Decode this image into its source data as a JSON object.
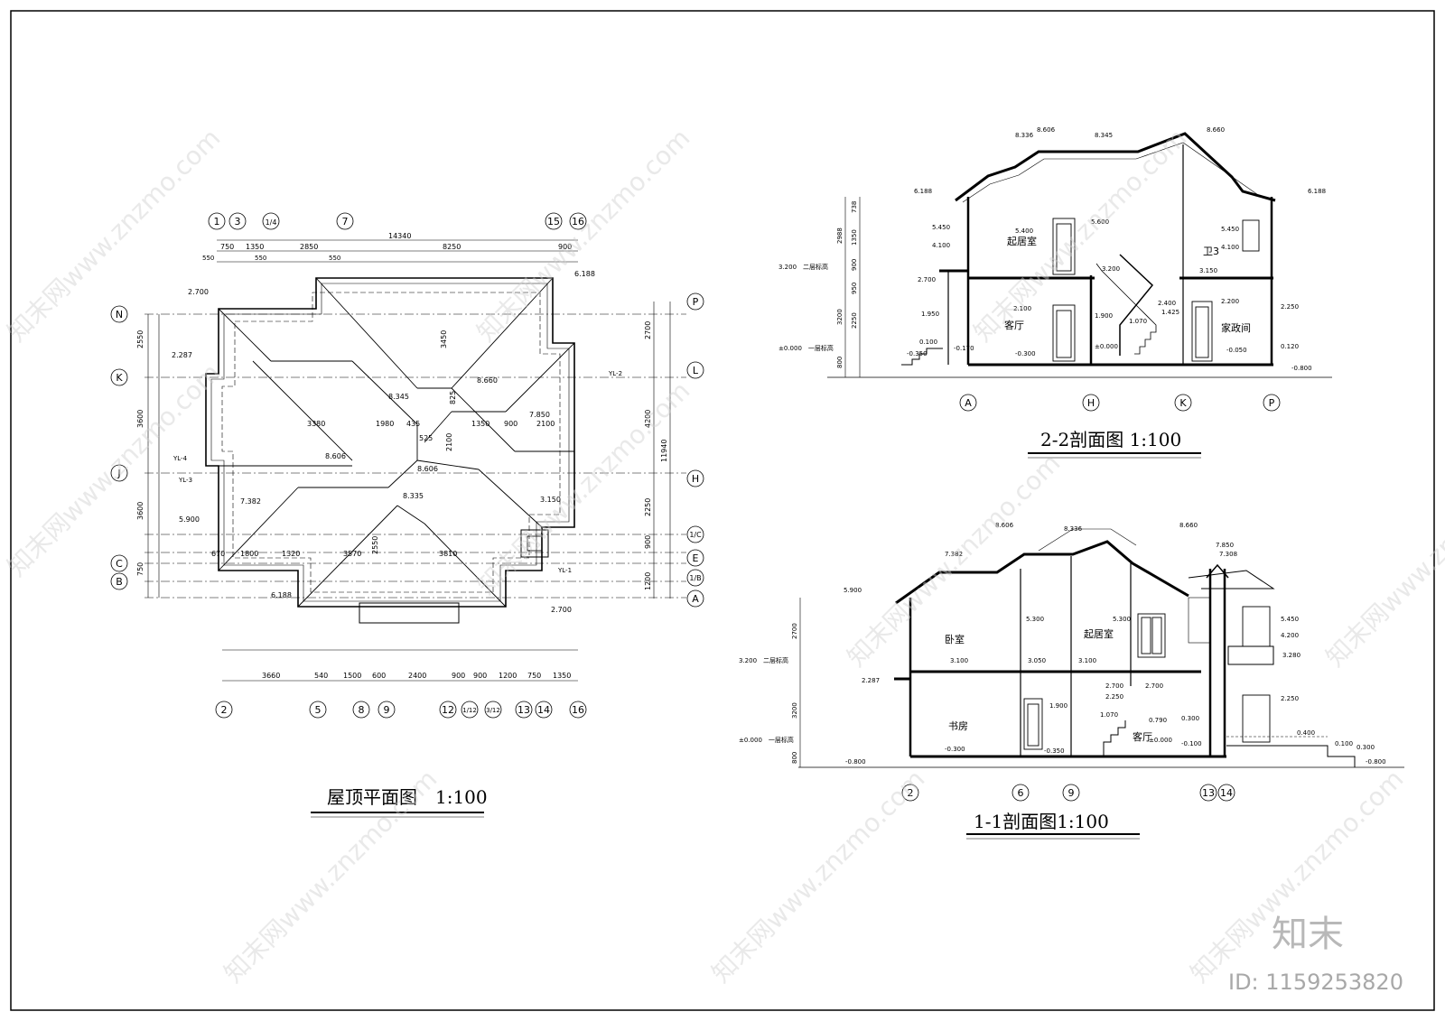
{
  "drawings": {
    "roof_plan": {
      "title": "屋顶平面图　1:100",
      "top_axes": [
        "1",
        "3",
        "1/4",
        "7",
        "15",
        "16"
      ],
      "bottom_axes": [
        "2",
        "5",
        "8",
        "9",
        "12",
        "1/12",
        "3/12",
        "13",
        "14",
        "16"
      ],
      "left_axes": [
        "N",
        "K",
        "J",
        "C",
        "B"
      ],
      "right_axes": [
        "P",
        "L",
        "H",
        "1/C",
        "E",
        "1/B",
        "A"
      ],
      "top_dims": [
        "14340",
        "750",
        "1350",
        "2850",
        "8250",
        "900",
        "550",
        "550",
        "550"
      ],
      "bottom_dims": [
        "3660",
        "540",
        "1500",
        "600",
        "2400",
        "900",
        "900",
        "1200",
        "750",
        "1350"
      ],
      "left_dims": [
        "2550",
        "3600",
        "3600",
        "750"
      ],
      "right_dims": [
        "2700",
        "4200",
        "11940",
        "2250",
        "900",
        "1200"
      ],
      "elevations": [
        "6.188",
        "2.700",
        "2.287",
        "8.345",
        "8.660",
        "7.850",
        "8.606",
        "7.382",
        "8.606",
        "8.335",
        "5.900",
        "3.150",
        "6.188",
        "2.700"
      ],
      "inner_dims": [
        "3450",
        "3380",
        "1980",
        "435",
        "1350",
        "900",
        "2100",
        "825",
        "525",
        "2100",
        "1320",
        "1800",
        "670",
        "3570",
        "3810",
        "2550"
      ],
      "labels": [
        "YL-2",
        "YL-4",
        "YL-3",
        "YL-1"
      ]
    },
    "section_22": {
      "title": "2-2剖面图 1:100",
      "axes": [
        "A",
        "H",
        "K",
        "P"
      ],
      "rooms": [
        "起居室",
        "客厅",
        "卫3",
        "家政间"
      ],
      "levels": [
        "8.336",
        "8.606",
        "8.345",
        "8.660",
        "6.188",
        "6.188",
        "5.450",
        "5.400",
        "5.600",
        "5.450",
        "4.100",
        "4.100",
        "3.200",
        "3.150",
        "2.700",
        "2.400",
        "2.200",
        "2.250",
        "2.100",
        "1.950",
        "1.900",
        "1.425",
        "1.070",
        "0.100",
        "±0.000",
        "-0.170",
        "-0.350",
        "-0.300",
        "-0.050",
        "0.120",
        "-0.800"
      ],
      "vertical_dims": [
        "2988",
        "738",
        "1350",
        "900",
        "950",
        "2250",
        "3200",
        "800"
      ],
      "floor_notes": [
        "3.200　二层标高",
        "±0.000　一层标高"
      ]
    },
    "section_11": {
      "title": "1-1剖面图1:100",
      "axes": [
        "2",
        "6",
        "9",
        "13",
        "14"
      ],
      "rooms": [
        "卧室",
        "起居室",
        "书房",
        "客厅"
      ],
      "levels": [
        "8.606",
        "8.336",
        "8.660",
        "7.850",
        "7.308",
        "7.382",
        "5.900",
        "5.300",
        "5.300",
        "5.450",
        "4.200",
        "3.280",
        "3.100",
        "3.050",
        "3.100",
        "2.287",
        "2.700",
        "2.700",
        "2.250",
        "2.250",
        "1.900",
        "1.070",
        "0.790",
        "0.300",
        "±0.000",
        "-0.300",
        "-0.350",
        "-0.100",
        "0.400",
        "0.100",
        "0.300",
        "-0.800",
        "-0.800"
      ],
      "vertical_dims": [
        "2700",
        "3200",
        "800"
      ],
      "floor_notes": [
        "3.200　二层标高",
        "±0.000　一层标高"
      ]
    }
  },
  "watermark": {
    "text": "知末网www.znzmo.com",
    "brand": "知末",
    "id": "ID: 1159253820"
  }
}
